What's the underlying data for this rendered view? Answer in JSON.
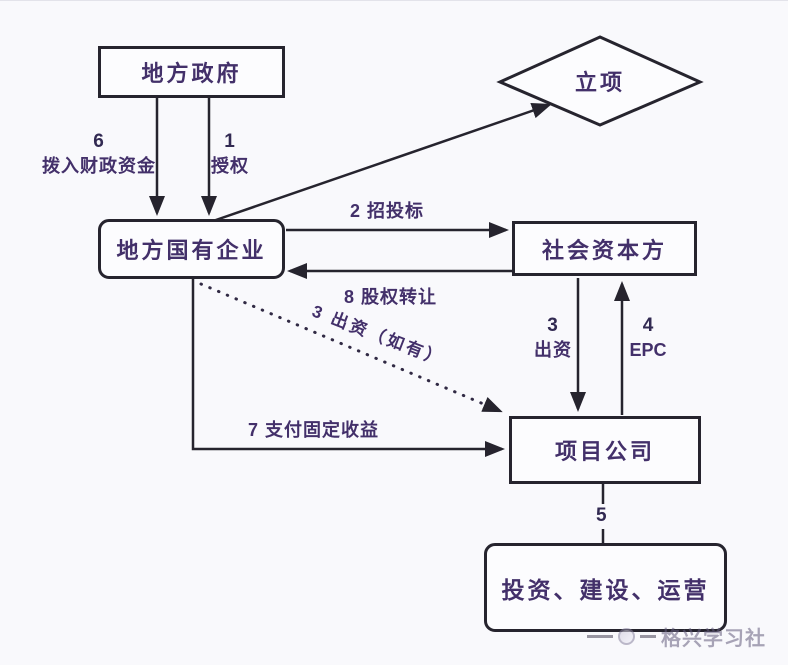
{
  "canvas": {
    "background": "#f9f9fc",
    "line_color": "#26242e",
    "text_color": "#43306a"
  },
  "nodes": {
    "local_government": {
      "label": "地方政府"
    },
    "project_approval": {
      "label": "立项"
    },
    "local_soe": {
      "label": "地方国有企业"
    },
    "social_capital": {
      "label": "社会资本方"
    },
    "project_company": {
      "label": "项目公司"
    },
    "operations": {
      "label": "投资、建设、运营"
    }
  },
  "edges": {
    "allocate_funds": {
      "number": "6",
      "label": "拨入财政资金"
    },
    "authorize": {
      "number": "1",
      "label": "授权"
    },
    "bidding": {
      "text": "2 招投标"
    },
    "equity_transfer": {
      "text": "8 股权转让"
    },
    "contribution_optional": {
      "text": "3 出资（如有）"
    },
    "contribution": {
      "number": "3",
      "label": "出资"
    },
    "epc": {
      "number": "4",
      "label": "EPC"
    },
    "fixed_income": {
      "text": "7 支付固定收益"
    },
    "handover": {
      "text": "5"
    }
  },
  "watermark": {
    "text": "格兴学习社"
  }
}
